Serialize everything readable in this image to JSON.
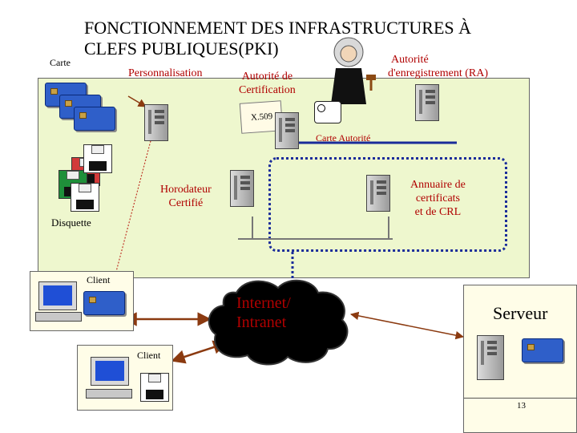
{
  "title_line1": "FONCTIONNEMENT DES INFRASTRUCTURES À",
  "title_line2": "CLEFS PUBLIQUES(PKI)",
  "labels": {
    "carte": "Carte",
    "personnalisation": "Personnalisation",
    "autorite_certification_1": "Autorité de",
    "autorite_certification_2": "Certification",
    "autorite_enregistrement_1": "Autorité",
    "autorite_enregistrement_2": "d'enregistrement (RA)",
    "x509": "X.509",
    "carte_autorite": "Carte Autorité",
    "horodateur_1": "Horodateur",
    "horodateur_2": "Certifié",
    "annuaire_1": "Annuaire de",
    "annuaire_2": "certificats",
    "annuaire_3": "et de CRL",
    "disquette": "Disquette",
    "client_1": "Client",
    "client_2": "Client",
    "internet_1": "Internet/",
    "internet_2": "Intranet",
    "serveur": "Serveur",
    "page_number": "13"
  },
  "colors": {
    "panel_bg": "#eef7ce",
    "box_bg": "#fffde8",
    "label_red": "#b00000",
    "bus_blue": "#1a2c9a",
    "arrow_brown": "#8b3a10",
    "card_blue": "#2f5fc9"
  }
}
